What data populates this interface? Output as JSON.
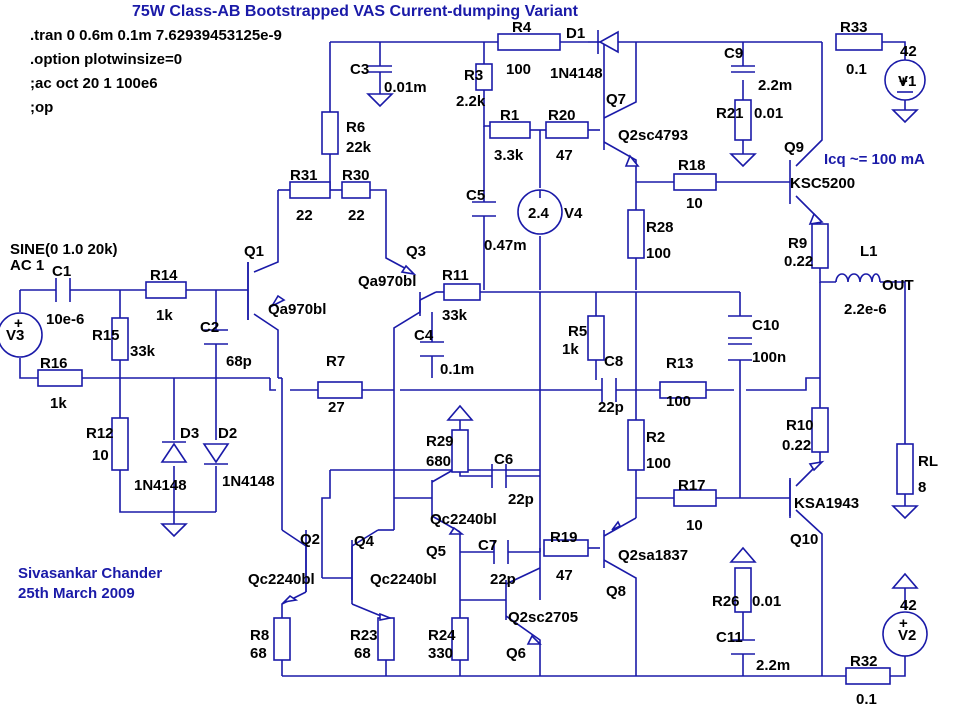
{
  "title": "75W Class-AB Bootstrapped VAS Current-dumping Variant",
  "directives": [
    ".tran 0 0.6m 0.1m 7.62939453125e-9",
    ".option plotwinsize=0",
    ";ac oct 20 1 100e6",
    ";op"
  ],
  "author": {
    "name": "Sivasankar Chander",
    "date": "25th March 2009"
  },
  "note": "Icq ~= 100 mA",
  "source_text": {
    "sine": "SINE(0 1.0 20k)",
    "ac": "AC 1"
  },
  "components": {
    "R4": {
      "name": "R4",
      "value": "100"
    },
    "D1": {
      "name": "D1",
      "value": "1N4148"
    },
    "R33": {
      "name": "R33",
      "value": "0.1"
    },
    "C3": {
      "name": "C3",
      "value": "0.01m"
    },
    "R3": {
      "name": "R3",
      "value": "2.2k"
    },
    "C9": {
      "name": "C9",
      "value": "2.2m"
    },
    "R21": {
      "name": "R21",
      "value": "0.01"
    },
    "V1": {
      "name": "V1",
      "value": "42"
    },
    "R6": {
      "name": "R6",
      "value": "22k"
    },
    "R1": {
      "name": "R1",
      "value": "3.3k"
    },
    "R20": {
      "name": "R20",
      "value": "47"
    },
    "Q7": {
      "name": "Q7",
      "value": "Q2sc4793"
    },
    "Q9": {
      "name": "Q9",
      "value": "KSC5200"
    },
    "R31": {
      "name": "R31",
      "value": "22"
    },
    "R30": {
      "name": "R30",
      "value": "22"
    },
    "R18": {
      "name": "R18",
      "value": "10"
    },
    "C5": {
      "name": "C5",
      "value": "0.47m"
    },
    "V4": {
      "name": "V4",
      "value": "2.4"
    },
    "R28": {
      "name": "R28",
      "value": "100"
    },
    "R9": {
      "name": "R9",
      "value": "0.22"
    },
    "L1": {
      "name": "L1",
      "value": "2.2e-6"
    },
    "OUT": {
      "name": "OUT"
    },
    "C1": {
      "name": "C1",
      "value": "10e-6"
    },
    "R14": {
      "name": "R14",
      "value": "1k"
    },
    "Q1": {
      "name": "Q1",
      "value": "Qa970bl"
    },
    "Q3": {
      "name": "Q3",
      "value": "Qa970bl"
    },
    "R11": {
      "name": "R11",
      "value": "33k"
    },
    "V3": {
      "name": "V3"
    },
    "R15": {
      "name": "R15",
      "value": "33k"
    },
    "C2": {
      "name": "C2",
      "value": "68p"
    },
    "C4": {
      "name": "C4",
      "value": "0.1m"
    },
    "R5": {
      "name": "R5",
      "value": "1k"
    },
    "C10": {
      "name": "C10",
      "value": "100n"
    },
    "R16": {
      "name": "R16",
      "value": "1k"
    },
    "R7": {
      "name": "R7",
      "value": "27"
    },
    "C8": {
      "name": "C8",
      "value": "22p"
    },
    "R13": {
      "name": "R13",
      "value": "100"
    },
    "R12": {
      "name": "R12",
      "value": "10"
    },
    "D3": {
      "name": "D3",
      "value": "1N4148"
    },
    "D2": {
      "name": "D2",
      "value": "1N4148"
    },
    "R29": {
      "name": "R29",
      "value": "680"
    },
    "C6": {
      "name": "C6",
      "value": "22p"
    },
    "R2": {
      "name": "R2",
      "value": "100"
    },
    "R10": {
      "name": "R10",
      "value": "0.22"
    },
    "RL": {
      "name": "RL",
      "value": "8"
    },
    "Q5": {
      "name": "Q5",
      "value": "Qc2240bl"
    },
    "R17": {
      "name": "R17",
      "value": "10"
    },
    "Q10": {
      "name": "Q10",
      "value": "KSA1943"
    },
    "Q2": {
      "name": "Q2",
      "value": "Qc2240bl"
    },
    "Q4": {
      "name": "Q4",
      "value": "Qc2240bl"
    },
    "C7": {
      "name": "C7",
      "value": "22p"
    },
    "R19": {
      "name": "R19",
      "value": "47"
    },
    "Q8": {
      "name": "Q8",
      "value": "Q2sa1837"
    },
    "R26": {
      "name": "R26",
      "value": "0.01"
    },
    "V2": {
      "name": "V2",
      "value": "42"
    },
    "Q6": {
      "name": "Q6",
      "value": "Q2sc2705"
    },
    "R8": {
      "name": "R8",
      "value": "68"
    },
    "R23": {
      "name": "R23",
      "value": "68"
    },
    "R24": {
      "name": "R24",
      "value": "330"
    },
    "C11": {
      "name": "C11",
      "value": "2.2m"
    },
    "R32": {
      "name": "R32",
      "value": "0.1"
    }
  }
}
